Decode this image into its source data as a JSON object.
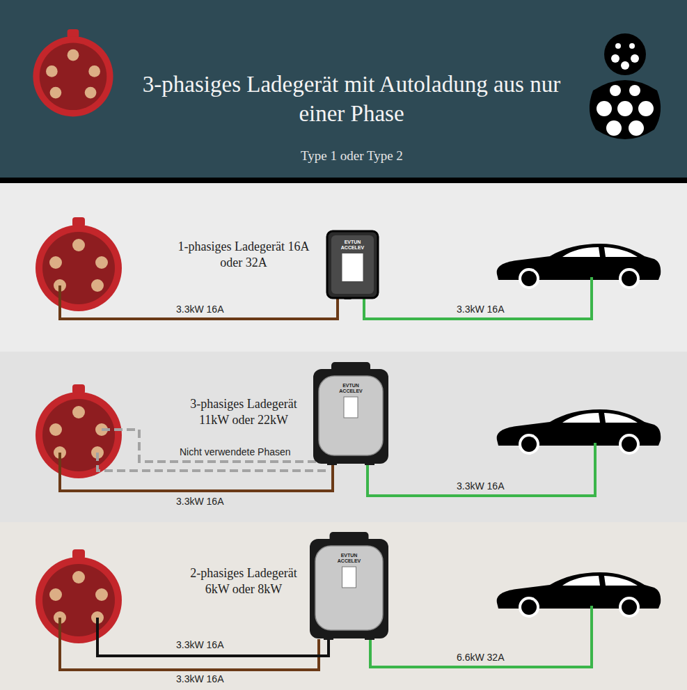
{
  "diagram": {
    "title": "3-phasiges Ladegerät mit Autoladung aus nur einer Phase",
    "nodes": [
      {
        "text": [
          "1-phasiges Ladegerät 16A oder 32A"
        ]
      },
      {
        "text": [
          "EVTUN ACCELEV"
        ],
        "in": 0
      },
      {
        "text": [
          "3-phasiges Ladegerät 11kW oder 22kW"
        ]
      },
      {
        "text": [
          "EVTUN ACCELEV"
        ],
        "in": 2
      },
      {
        "text": [
          "2-phasiges Ladegerät 6kW oder 8kW"
        ]
      },
      {
        "text": [
          "EVTUN ACCELEV"
        ],
        "in": 4
      }
    ],
    "labels": [
      "Type 1 oder Type 2",
      "3.3kW 16A",
      "3.3kW 16A",
      "Nicht verwendete Phasen",
      "3.3kW 16A",
      "3.3kW 16A",
      "3.3kW 16A",
      "3.3kW 16A",
      "6.6kW 32A"
    ]
  }
}
